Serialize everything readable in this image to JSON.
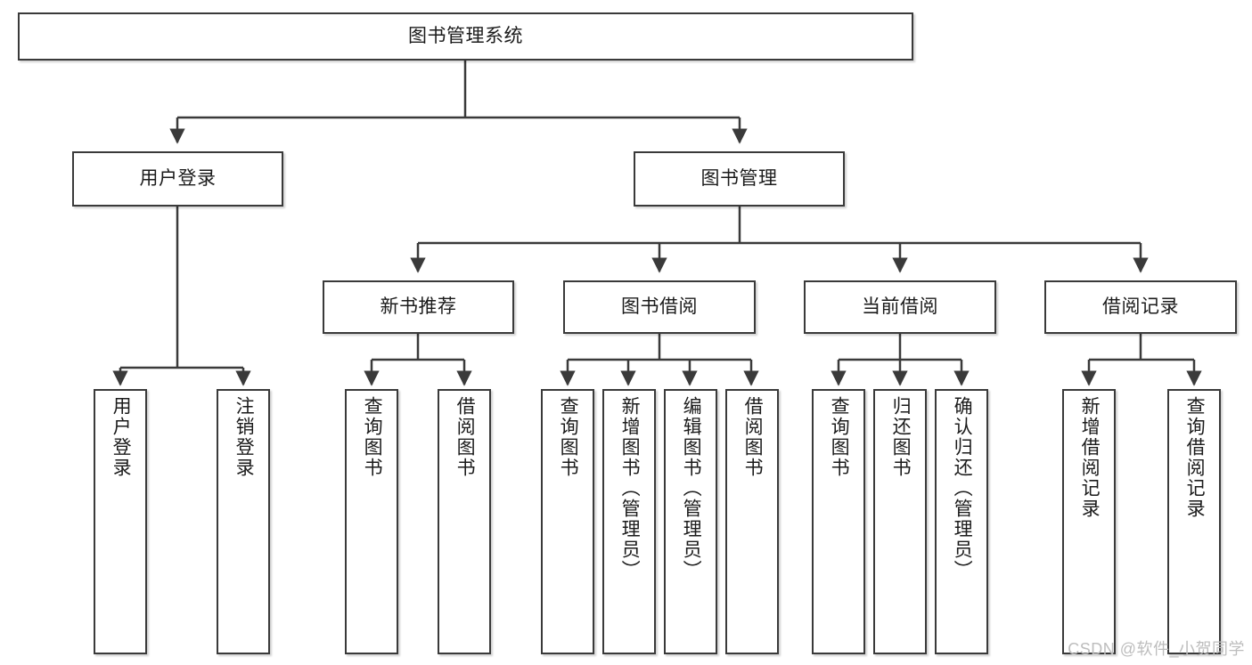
{
  "diagram": {
    "title": "图书管理系统",
    "type": "hierarchy-tree",
    "watermark": "CSDN @软件_小贺同学",
    "colors": {
      "border": "#3a3a3a",
      "background": "#ffffff",
      "text": "#1b1b1b",
      "watermark": "#bdbdbd"
    },
    "nodes": {
      "root": {
        "label": "图书管理系统"
      },
      "level2": [
        {
          "label": "用户登录"
        },
        {
          "label": "图书管理"
        }
      ],
      "level3": [
        {
          "label": "新书推荐"
        },
        {
          "label": "图书借阅"
        },
        {
          "label": "当前借阅"
        },
        {
          "label": "借阅记录"
        }
      ],
      "leaves_user_login": [
        {
          "label": "用户登录"
        },
        {
          "label": "注销登录"
        }
      ],
      "leaves_new_book": [
        {
          "label": "查询图书"
        },
        {
          "label": "借阅图书"
        }
      ],
      "leaves_borrow": [
        {
          "label": "查询图书"
        },
        {
          "label": "新增图书（管理员）"
        },
        {
          "label": "编辑图书（管理员）"
        },
        {
          "label": "借阅图书"
        }
      ],
      "leaves_current": [
        {
          "label": "查询图书"
        },
        {
          "label": "归还图书"
        },
        {
          "label": "确认归还（管理员）"
        }
      ],
      "leaves_record": [
        {
          "label": "新增借阅记录"
        },
        {
          "label": "查询借阅记录"
        }
      ]
    }
  }
}
